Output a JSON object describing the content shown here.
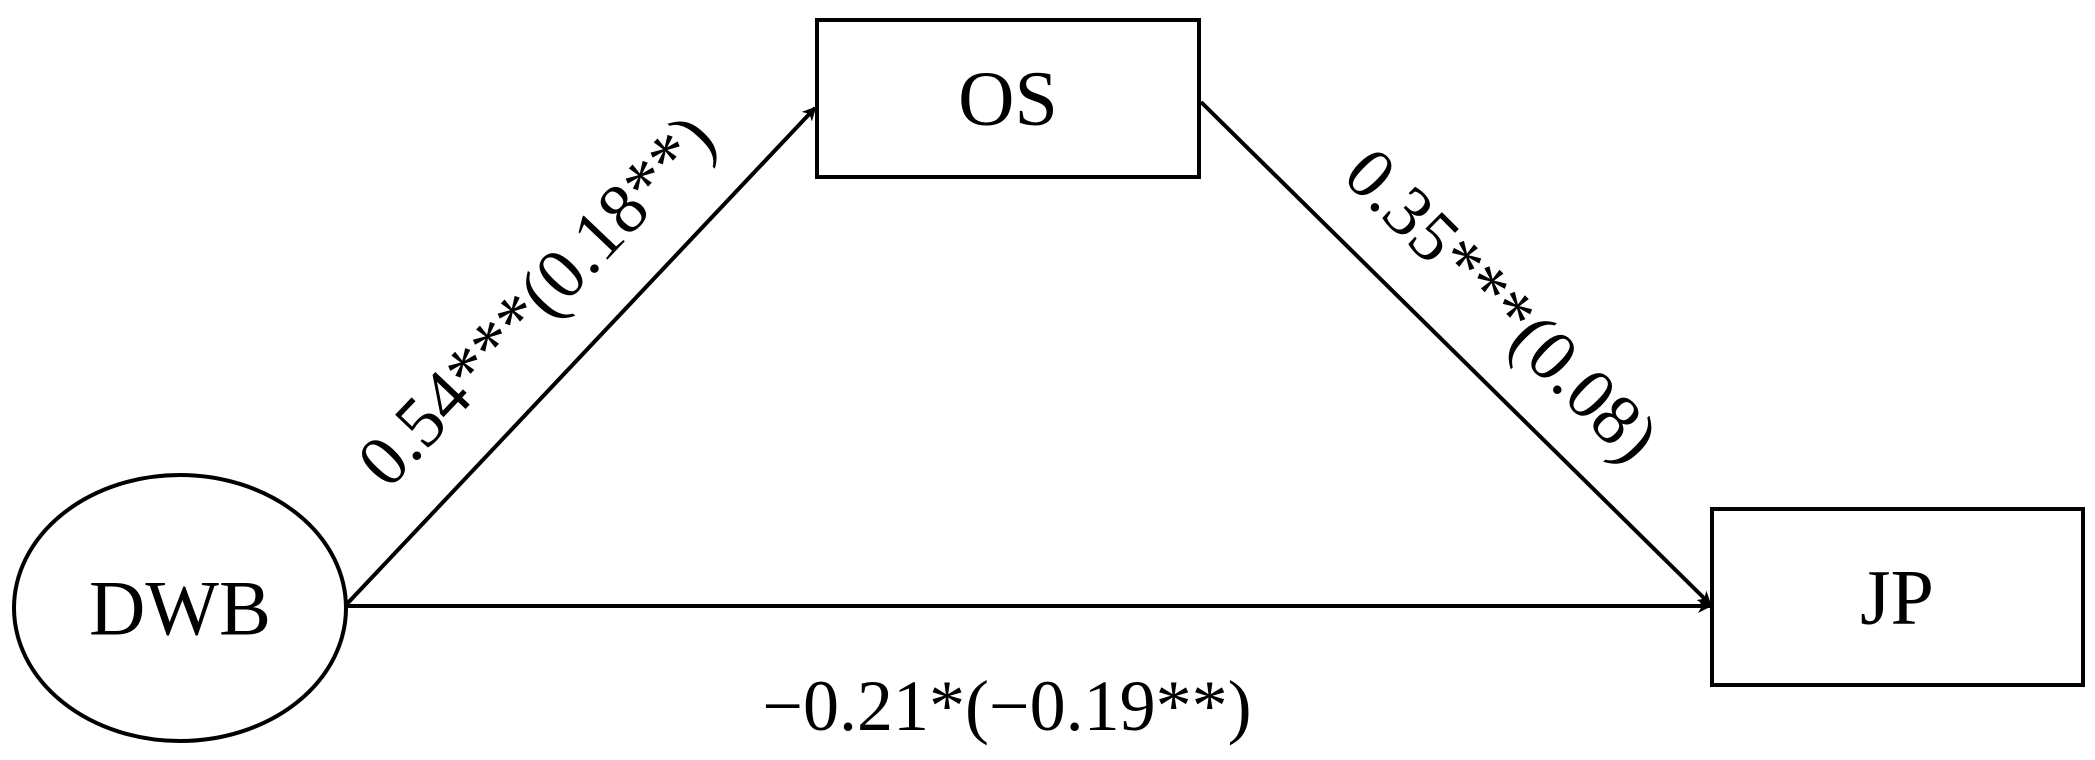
{
  "nodes": {
    "dwb": {
      "label": "DWB",
      "shape": "ellipse"
    },
    "os": {
      "label": "OS",
      "shape": "rectangle"
    },
    "jp": {
      "label": "JP",
      "shape": "rectangle"
    }
  },
  "paths": {
    "dwb_to_os": {
      "from": "DWB",
      "to": "OS",
      "label": "0.54***(0.18**)"
    },
    "os_to_jp": {
      "from": "OS",
      "to": "JP",
      "label": "0.35***(0.08)"
    },
    "dwb_to_jp": {
      "from": "DWB",
      "to": "JP",
      "label": "−0.21*(−0.19**)"
    }
  },
  "colors": {
    "stroke": "#000000",
    "background": "#ffffff"
  }
}
